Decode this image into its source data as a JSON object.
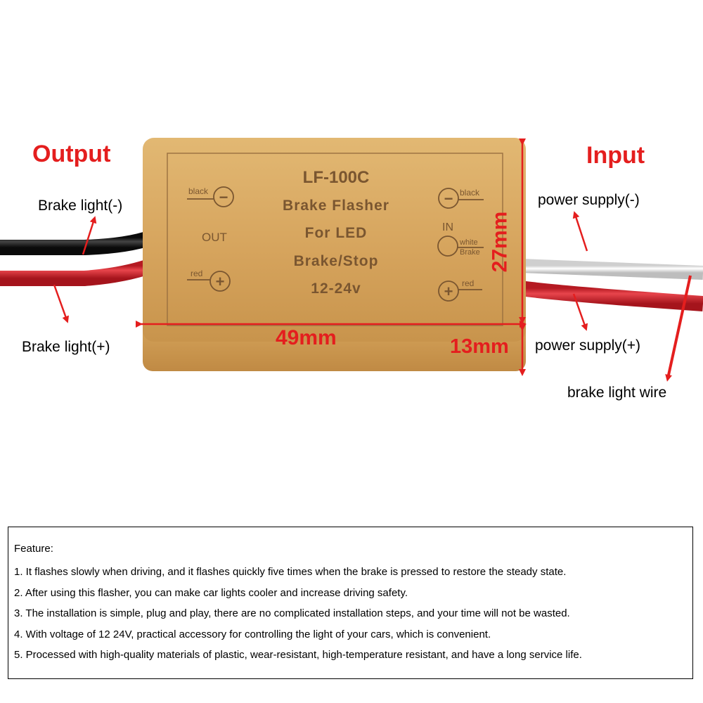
{
  "device": {
    "model": "LF-100C",
    "line1": "Brake Flasher",
    "line2": "For LED",
    "line3": "Brake/Stop",
    "voltage": "12-24v",
    "out_label": "OUT",
    "in_label": "IN",
    "terminal_black_left": "black",
    "terminal_red_left": "red",
    "terminal_black_right": "black",
    "terminal_white_right": "white",
    "terminal_brake_right": "Brake",
    "terminal_red_right": "red",
    "minus_symbol": "−",
    "plus_symbol": "+"
  },
  "labels": {
    "output": "Output",
    "input": "Input",
    "brake_light_minus": "Brake light(-)",
    "brake_light_plus": "Brake light(+)",
    "power_supply_minus": "power supply(-)",
    "power_supply_plus": "power supply(+)",
    "brake_light_wire": "brake light wire"
  },
  "dimensions": {
    "width": "49mm",
    "height": "27mm",
    "depth": "13mm"
  },
  "colors": {
    "accent_red": "#e41e1e",
    "case_gold": "#d9aa62",
    "wire_black": "#1a1a1a",
    "wire_red": "#d4202a",
    "wire_white": "#f4f4f4"
  },
  "features": {
    "title": "Feature:",
    "items": [
      "1. It flashes slowly when driving, and it flashes quickly five times when the brake is pressed to restore the steady state.",
      "2. After using this flasher, you can make car lights cooler and increase driving safety.",
      "3. The installation is simple, plug and play, there are no complicated installation steps, and your time will not be wasted.",
      "4. With voltage of 12 24V, practical accessory for controlling the light of your cars, which is convenient.",
      "5. Processed with high-quality materials of plastic, wear-resistant, high-temperature resistant, and have a long service life."
    ]
  }
}
